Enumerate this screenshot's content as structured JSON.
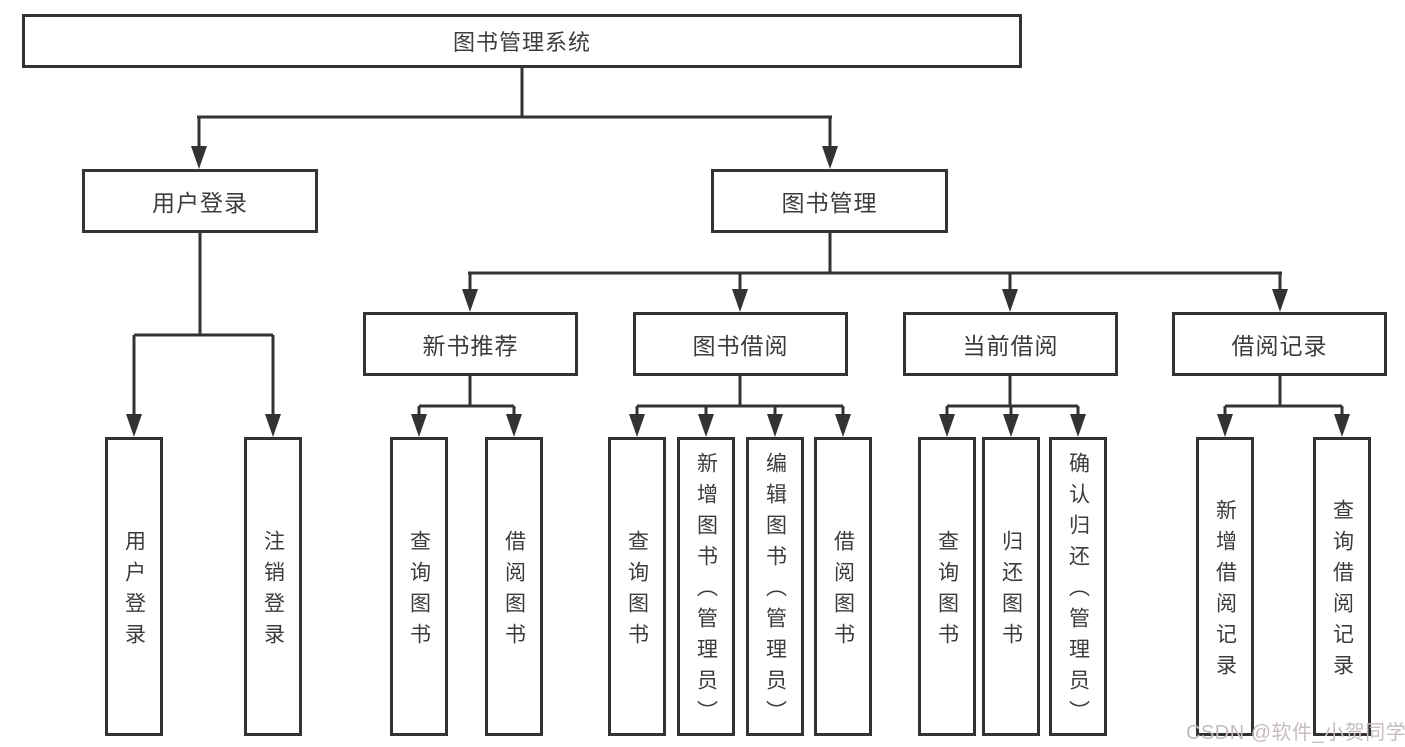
{
  "diagram": {
    "root": {
      "label": "图书管理系统"
    },
    "level2": [
      {
        "label": "用户登录"
      },
      {
        "label": "图书管理"
      }
    ],
    "level3": [
      {
        "label": "新书推荐"
      },
      {
        "label": "图书借阅"
      },
      {
        "label": "当前借阅"
      },
      {
        "label": "借阅记录"
      }
    ],
    "leaves": {
      "user": [
        "用户登录",
        "注销登录"
      ],
      "recommend": [
        "查询图书",
        "借阅图书"
      ],
      "borrow": [
        "查询图书",
        "新增图书（管理员）",
        "编辑图书（管理员）",
        "借阅图书"
      ],
      "current": [
        "查询图书",
        "归还图书",
        "确认归还（管理员）"
      ],
      "records": [
        "新增借阅记录",
        "查询借阅记录"
      ]
    }
  },
  "watermark": {
    "text": "CSDN @软件_小贺同学"
  },
  "colors": {
    "line": "#333333",
    "box_border": "#333333",
    "text": "#3c3c3c",
    "background": "#ffffff",
    "watermark": "#c6bcbc"
  }
}
